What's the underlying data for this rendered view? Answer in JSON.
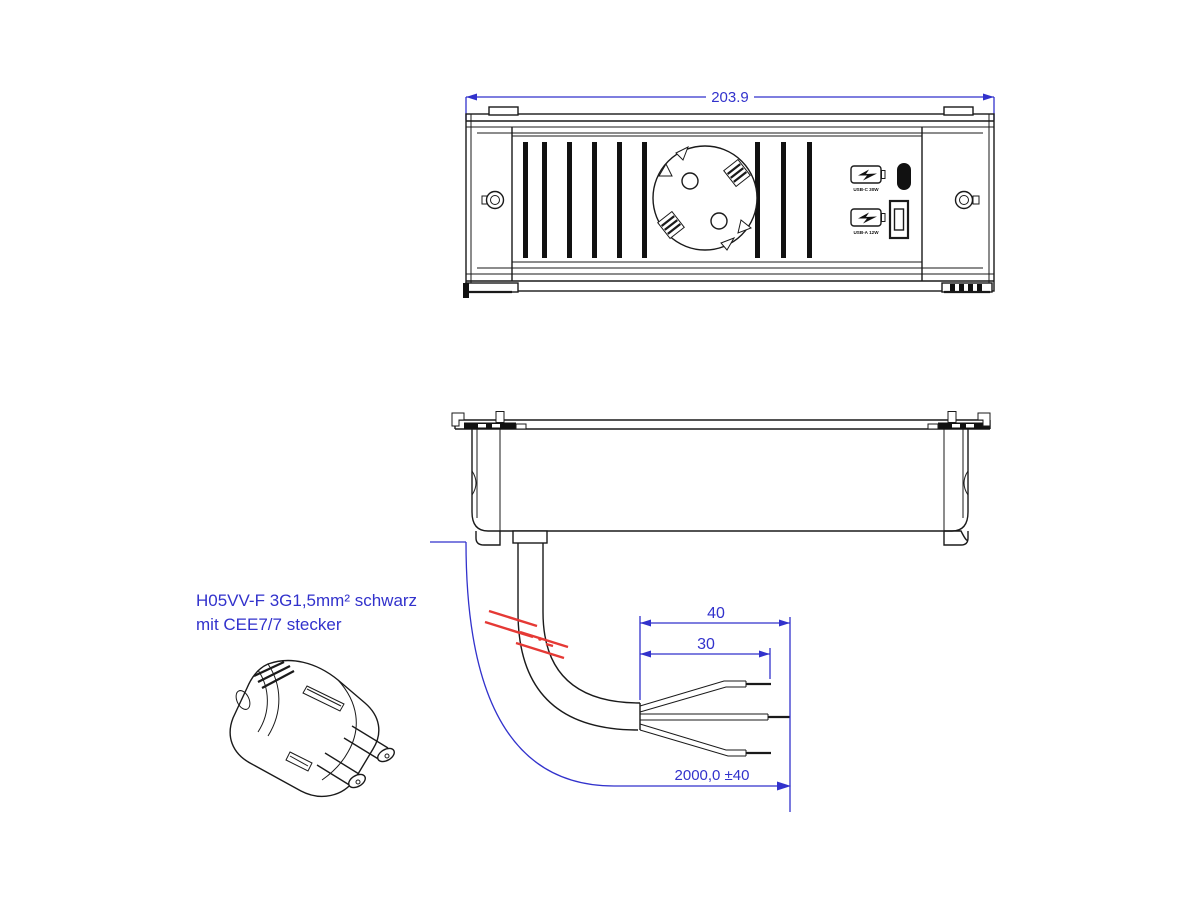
{
  "drawing": {
    "title_hint": "power outlet unit technical drawing",
    "front_view": {
      "overall_width_dim": "203.9",
      "usb_c_label": "USB-C 30W",
      "usb_a_label": "USB-A 12W"
    },
    "cable": {
      "spec_line1": "H05VV-F 3G1,5mm² schwarz",
      "spec_line2": "mit CEE7/7 stecker",
      "strip_dim_outer": "40",
      "strip_dim_inner": "30",
      "length_dim": "2000,0 ±40"
    },
    "icons": {
      "usb_c": "battery-charge-icon",
      "usb_a": "battery-charge-icon"
    },
    "colors": {
      "line": "#1a1a1a",
      "dimension_blue": "#3232cc",
      "break_mark_red": "#e53935",
      "background": "#ffffff"
    }
  }
}
